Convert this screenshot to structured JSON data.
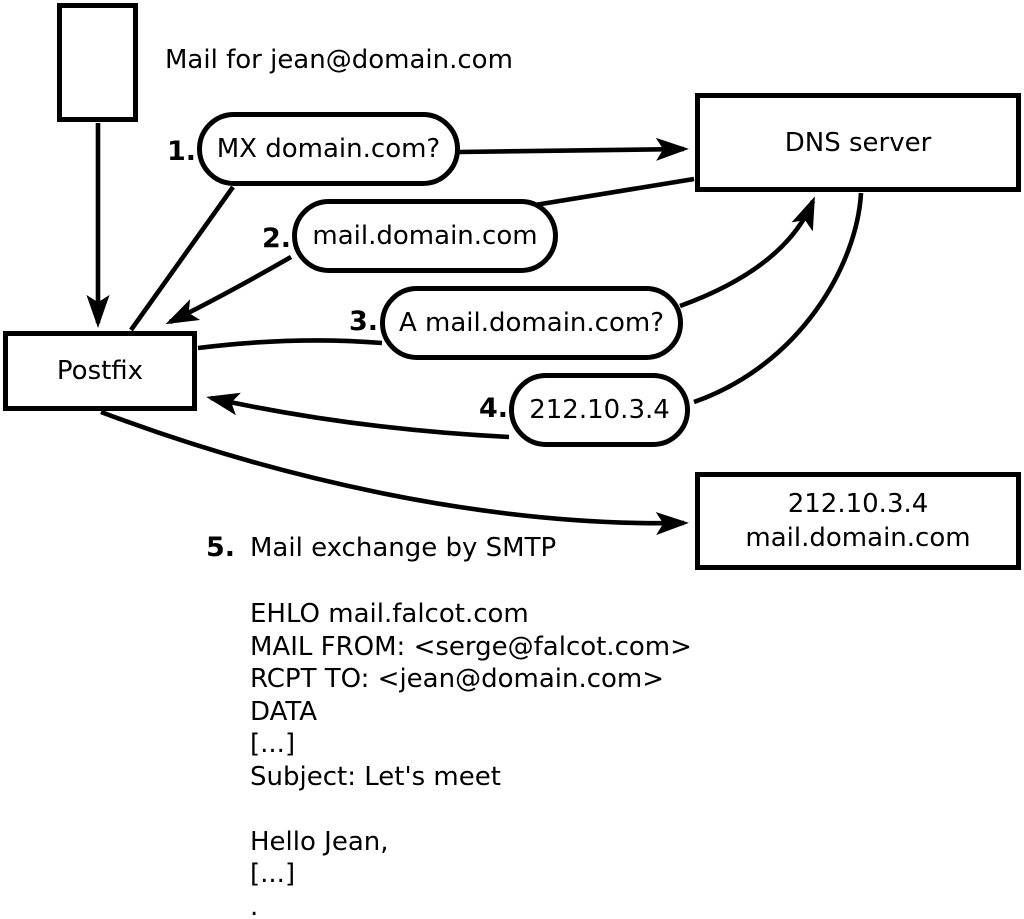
{
  "title": "Mail for jean@domain.com",
  "nodes": {
    "postfix": "Postfix",
    "dns": "DNS server",
    "mailserver_line1": "212.10.3.4",
    "mailserver_line2": "mail.domain.com"
  },
  "steps": [
    {
      "num": "1.",
      "label": "MX domain.com?"
    },
    {
      "num": "2.",
      "label": "mail.domain.com"
    },
    {
      "num": "3.",
      "label": "A mail.domain.com?"
    },
    {
      "num": "4.",
      "label": "212.10.3.4"
    },
    {
      "num": "5.",
      "label": "Mail exchange by SMTP"
    }
  ],
  "smtp_session": [
    "EHLO mail.falcot.com",
    "MAIL FROM: <serge@falcot.com>",
    "RCPT TO: <jean@domain.com>",
    "DATA",
    "[...]",
    "Subject: Let's meet",
    "",
    "Hello Jean,",
    "[...]",
    "."
  ],
  "colors": {
    "stroke": "#000000",
    "background": "#ffffff"
  }
}
